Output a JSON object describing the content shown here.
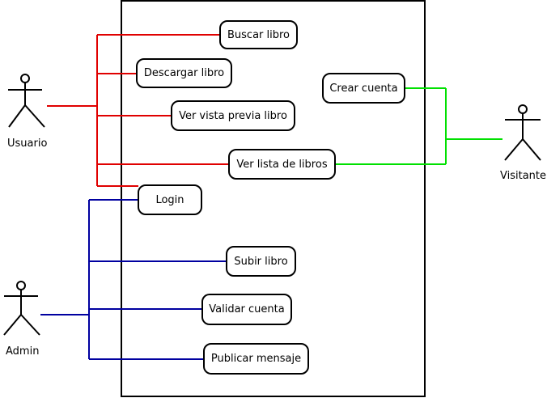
{
  "actors": {
    "usuario": "Usuario",
    "visitante": "Visitante",
    "admin": "Admin"
  },
  "use_cases": {
    "buscar_libro": "Buscar libro",
    "descargar_libro": "Descargar libro",
    "ver_vista_previa": "Ver vista previa libro",
    "ver_lista": "Ver lista de libros",
    "crear_cuenta": "Crear cuenta",
    "login": "Login",
    "subir_libro": "Subir libro",
    "validar_cuenta": "Validar cuenta",
    "publicar_mensaje": "Publicar mensaje"
  },
  "colors": {
    "usuario_links": "#e00000",
    "visitante_links": "#00e000",
    "admin_links": "#0000a0",
    "outline": "#000000"
  }
}
